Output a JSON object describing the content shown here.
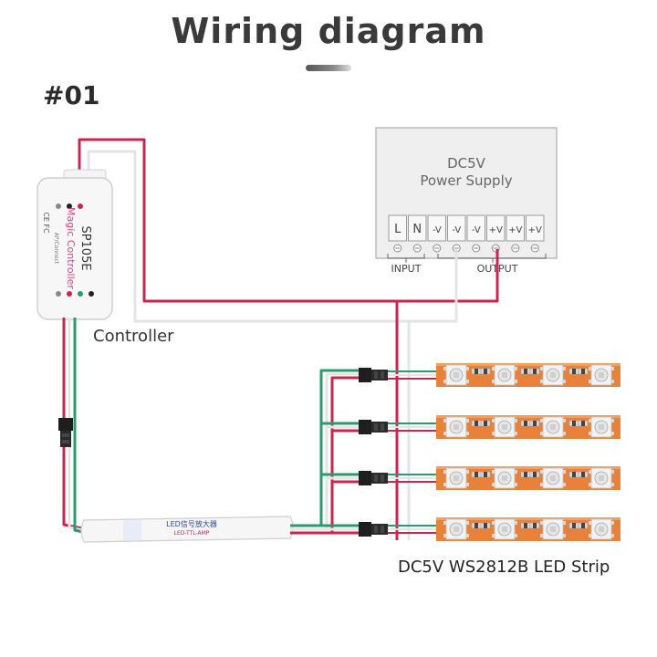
{
  "header": {
    "title": "Wiring diagram",
    "diagram_number": "#01"
  },
  "power_supply": {
    "line1": "DC5V",
    "line2": "Power Supply",
    "terminals": [
      "L",
      "N",
      "-V",
      "-V",
      "-V",
      "+V",
      "+V",
      "+V"
    ],
    "input_label": "INPUT",
    "output_label": "OUTPUT"
  },
  "controller": {
    "label": "Controller",
    "model": "SP105E",
    "brand": "Magic Controller",
    "small_text": "AP/Connect",
    "icons": "CE FC"
  },
  "amplifier": {
    "label_cn": "LED信号放大器",
    "label_en": "LED-TTL-AMP"
  },
  "strip": {
    "label": "DC5V WS2812B LED Strip"
  },
  "colors": {
    "wire_red": "#c8254f",
    "wire_white": "#e4e4e4",
    "wire_green": "#2b9a70",
    "strip_pcb": "#e8823b",
    "title_text": "#3a3a3a"
  }
}
